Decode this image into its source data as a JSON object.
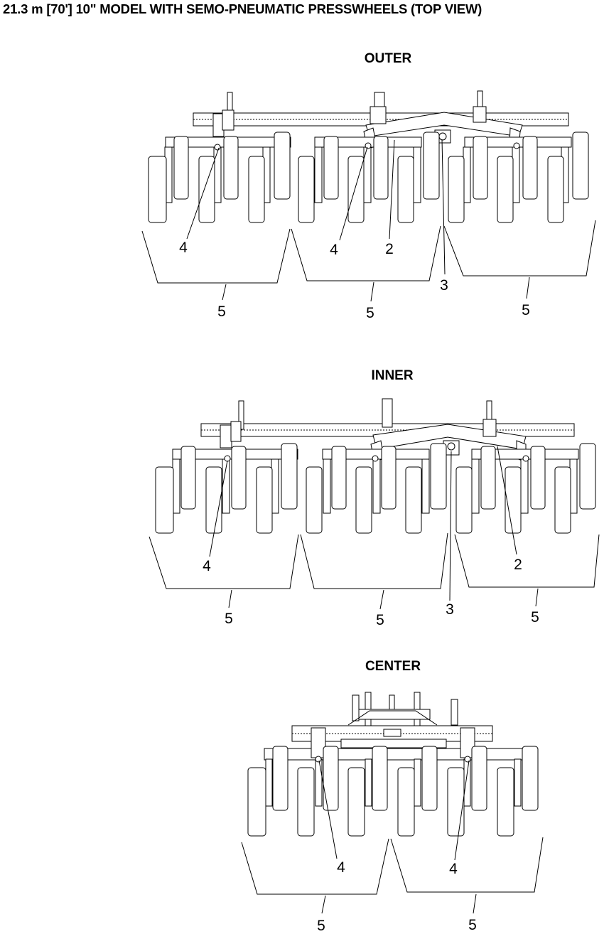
{
  "title": "21.3 m [70'] 10\" MODEL WITH SEMO-PNEUMATIC PRESSWHEELS (TOP VIEW)",
  "views": [
    {
      "heading": "OUTER",
      "labels": [
        {
          "text": "4"
        },
        {
          "text": "4"
        },
        {
          "text": "2"
        },
        {
          "text": "3"
        },
        {
          "text": "5"
        },
        {
          "text": "5"
        },
        {
          "text": "5"
        }
      ]
    },
    {
      "heading": "INNER",
      "labels": [
        {
          "text": "4"
        },
        {
          "text": "2"
        },
        {
          "text": "3"
        },
        {
          "text": "5"
        },
        {
          "text": "5"
        },
        {
          "text": "5"
        }
      ]
    },
    {
      "heading": "CENTER",
      "labels": [
        {
          "text": "4"
        },
        {
          "text": "4"
        },
        {
          "text": "5"
        },
        {
          "text": "5"
        }
      ]
    }
  ]
}
